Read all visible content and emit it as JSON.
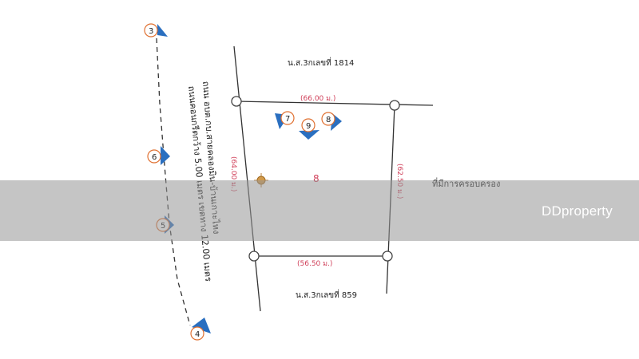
{
  "plot": {
    "top_neighbor": "น.ส.3กเลขที่ 1814",
    "bottom_neighbor": "น.ส.3กเลขที่ 859",
    "right_neighbor": "ที่มีการครอบครอง",
    "plot_number": "8",
    "road_line1": "ถนน อบต.กบ.สายคลองมิน-บ้านเกาะไหง",
    "road_line2": "ถนนคอนกรีตกว้าง 5.00 เมตร เขตทาง 12.00 เมตร",
    "dims": {
      "top": "(66.00 ม.)",
      "bottom": "(56.50 ม.)",
      "left": "(64.00 ม.)",
      "right": "(62.50 ม.)"
    }
  },
  "markers": [
    {
      "number": "3"
    },
    {
      "number": "6"
    },
    {
      "number": "5"
    },
    {
      "number": "4"
    },
    {
      "number": "7"
    },
    {
      "number": "9"
    },
    {
      "number": "8"
    }
  ],
  "watermark": {
    "brand": "DDproperty",
    "icon": "house-icon"
  },
  "colors": {
    "arrow": "#2a6fc0",
    "dimension_text": "#d0405a",
    "marker_circle": "#e07030",
    "line": "#333333"
  }
}
